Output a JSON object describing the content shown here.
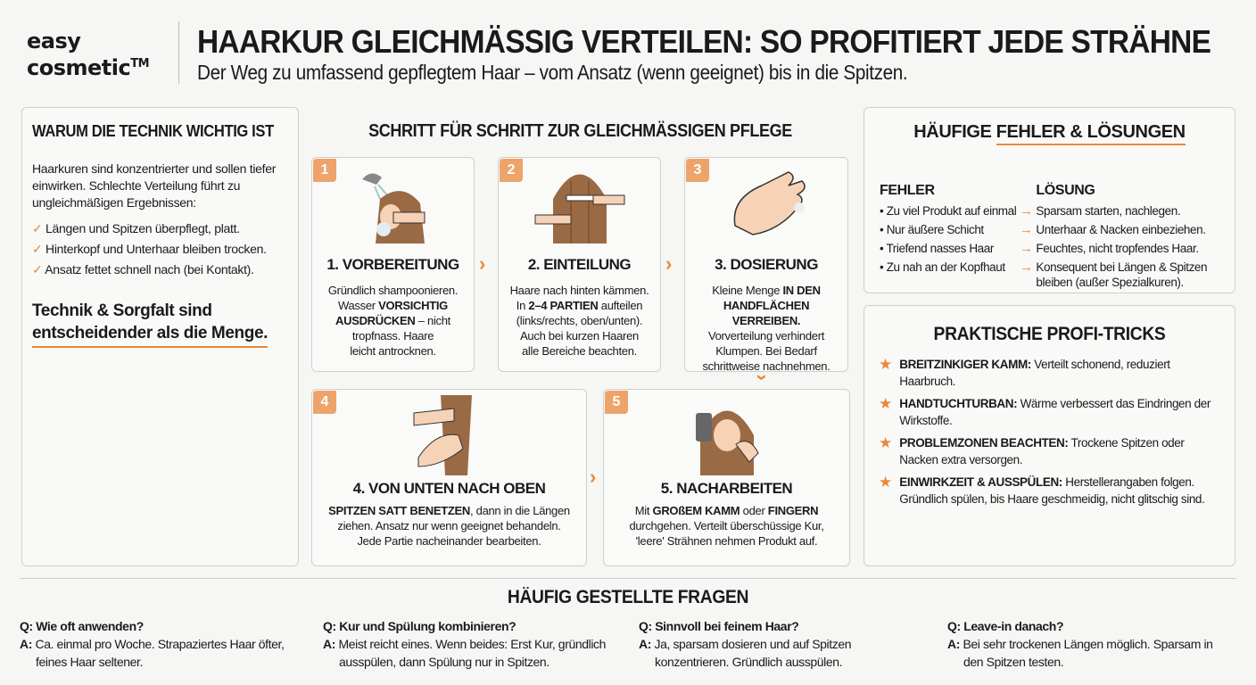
{
  "header": {
    "logo_line1": "easy",
    "logo_line2": "cosmetic",
    "logo_tm": "TM",
    "title": "HAARKUR GLEICHMÄSSIG VERTEILEN: SO PROFITIERT JEDE STRÄHNE",
    "subtitle": "Der Weg zu umfassend gepflegtem Haar – vom Ansatz (wenn geeignet) bis in die Spitzen."
  },
  "why": {
    "heading": "WARUM DIE TECHNIK WICHTIG IST",
    "intro": "Haarkuren sind konzentrierter und sollen tiefer einwirken. Schlechte Verteilung führt zu ungleichmäßigen Ergebnissen:",
    "items": [
      "Längen und Spitzen überpflegt, platt.",
      "Hinterkopf und Unterhaar bleiben trocken.",
      "Ansatz fettet schnell nach (bei Kontakt)."
    ],
    "conclusion_line1": "Technik & Sorgfalt sind",
    "conclusion_line2": "entscheidender als die Menge."
  },
  "steps": {
    "heading": "SCHRITT FÜR SCHRITT ZUR GLEICHMÄSSIGEN PFLEGE",
    "items": [
      {
        "num": "1",
        "title": "1. VORBEREITUNG",
        "icon": "shower-head-icon",
        "lines": [
          "Gründlich shampoonieren.",
          "Wasser **VORSICHTIG**",
          "**AUSDRÜCKEN** – nicht",
          "tropfnass. Haare",
          "leicht antrocknen."
        ]
      },
      {
        "num": "2",
        "title": "2. EINTEILUNG",
        "icon": "hair-sectioning-icon",
        "lines": [
          "Haare nach hinten kämmen.",
          "In **2–4 PARTIEN** aufteilen",
          "(links/rechts, oben/unten).",
          "Auch bei kurzen Haaren",
          "alle Bereiche beachten."
        ]
      },
      {
        "num": "3",
        "title": "3. DOSIERUNG",
        "icon": "hands-rubbing-icon",
        "lines": [
          "Kleine Menge **IN DEN**",
          "**HANDFLÄCHEN VERREIBEN.**",
          "Vorverteilung verhindert",
          "Klumpen. Bei Bedarf",
          "schrittweise nachnehmen."
        ]
      },
      {
        "num": "4",
        "title": "4. VON UNTEN NACH OBEN",
        "icon": "hands-on-hair-icon",
        "lines": [
          "**SPITZEN SATT BENETZEN**, dann in die Längen",
          "ziehen. Ansatz nur wenn geeignet behandeln.",
          "Jede Partie nacheinander bearbeiten."
        ]
      },
      {
        "num": "5",
        "title": "5. NACHARBEITEN",
        "icon": "comb-hair-icon",
        "lines": [
          "Mit **GROßEM KAMM** oder **FINGERN**",
          "durchgehen. Verteilt überschüssige Kur,",
          "'leere' Strähnen nehmen Produkt auf."
        ]
      }
    ]
  },
  "mistakes": {
    "heading_a": "HÄUFIGE ",
    "heading_b": "FEHLER & LÖSUNGEN",
    "col_fehler": "FEHLER",
    "col_loesung": "LÖSUNG",
    "rows": [
      {
        "fehler": "Zu viel Produkt auf einmal",
        "loesung": "Sparsam starten, nachlegen."
      },
      {
        "fehler": "Nur äußere Schicht",
        "loesung": "Unterhaar & Nacken einbeziehen."
      },
      {
        "fehler": "Triefend nasses Haar",
        "loesung": "Feuchtes, nicht tropfendes Haar."
      },
      {
        "fehler": "Zu nah an der Kopfhaut",
        "loesung": "Konsequent bei Längen & Spitzen bleiben (außer Spezialkuren)."
      }
    ]
  },
  "tricks": {
    "heading": "PRAKTISCHE PROFI-TRICKS",
    "items": [
      {
        "bold": "BREITZINKIGER KAMM:",
        "text": " Verteilt schonend, reduziert Haarbruch."
      },
      {
        "bold": "HANDTUCHTURBAN:",
        "text": " Wärme verbessert das Eindringen der Wirkstoffe."
      },
      {
        "bold": "PROBLEMZONEN BEACHTEN:",
        "text": " Trockene Spitzen oder Nacken extra versorgen."
      },
      {
        "bold": "EINWIRKZEIT & AUSSPÜLEN:",
        "text": " Herstellerangaben folgen. Gründlich spülen, bis Haare geschmeidig, nicht glitschig sind."
      }
    ]
  },
  "faq": {
    "heading": "HÄUFIG GESTELLTE FRAGEN",
    "items": [
      {
        "q": "Q: Wie oft anwenden?",
        "a": "Ca. einmal pro Woche. Strapaziertes Haar öfter, feines Haar seltener."
      },
      {
        "q": "Q: Kur und Spülung kombinieren?",
        "a": "Meist reicht eines. Wenn beides: Erst Kur, gründlich ausspülen, dann Spülung nur in Spitzen."
      },
      {
        "q": "Q: Sinnvoll bei feinem Haar?",
        "a": "Ja, sparsam dosieren und auf Spitzen konzentrieren. Gründlich ausspülen."
      },
      {
        "q": "Q: Leave-in danach?",
        "a": "Bei sehr trockenen Längen möglich. Sparsam in den Spitzen testen."
      }
    ]
  },
  "a_label": "A:",
  "colors": {
    "accent": "#e8893a",
    "hair": "#9a6a45",
    "skin": "#f6d2b6"
  }
}
